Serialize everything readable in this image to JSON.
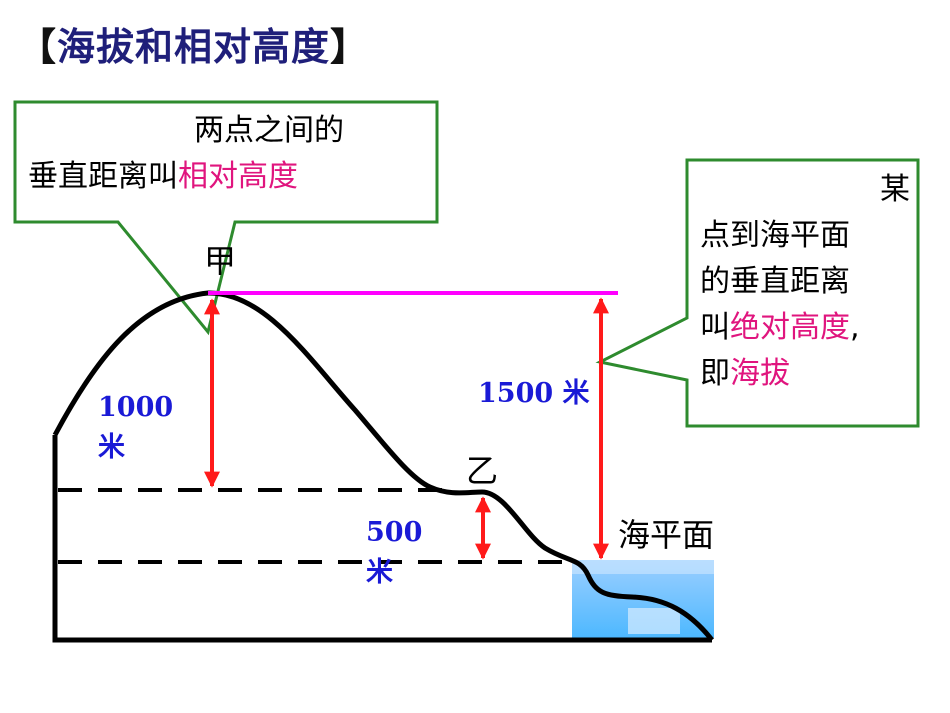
{
  "title": {
    "bracket_open": "【",
    "text": "海拔和相对高度",
    "bracket_close": "】"
  },
  "relative_callout": {
    "line1": "两点之间的",
    "line2_prefix": "垂直距离叫",
    "term": "相对高度"
  },
  "absolute_callout": {
    "line1": "某",
    "line2": "点到海平面",
    "line3": "的垂直距离",
    "line4_prefix": "叫",
    "term": "绝对高度",
    "line4_suffix": ",",
    "line5_prefix": "即",
    "term2": "海拔"
  },
  "points": {
    "peak": "甲",
    "saddle": "乙"
  },
  "sea_level_label": "海平面",
  "measurements": {
    "h1000_value": "1000",
    "h1000_unit": "米",
    "h500_value": "500",
    "h500_unit": "米",
    "h1500": "1500 米"
  },
  "colors": {
    "callout_border": "#2e8b2e",
    "callout_fill": "#ffffff",
    "emphasis": "#e0157e",
    "arrow": "#ff1a1a",
    "magenta_line": "#ff00ff",
    "measure_text": "#1a1ad6",
    "water": "#8ec8ff"
  }
}
